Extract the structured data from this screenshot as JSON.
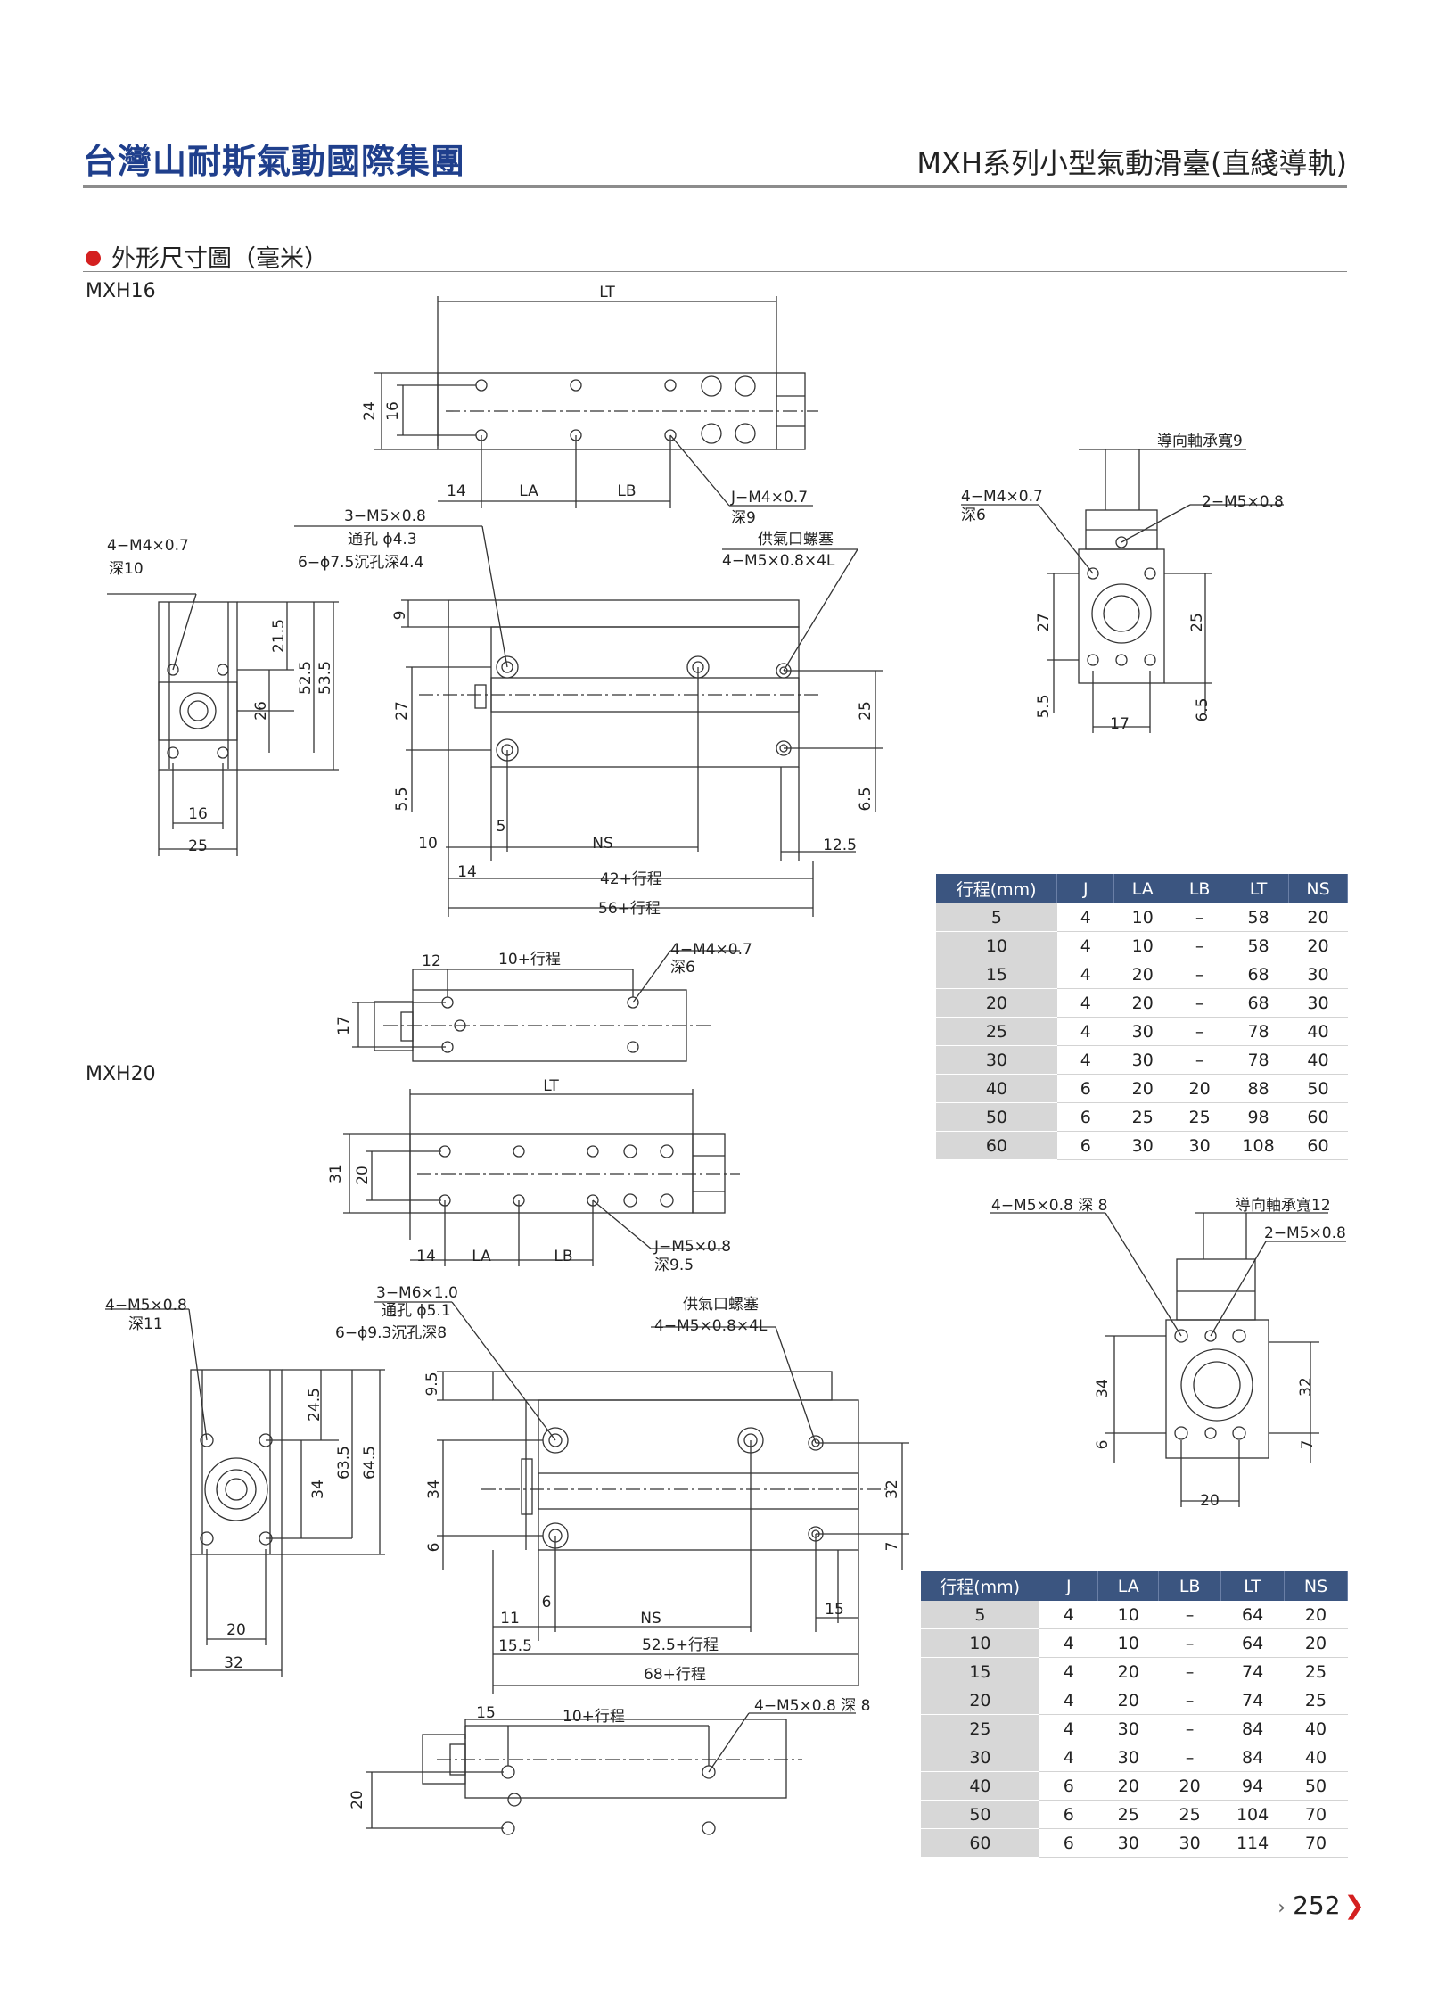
{
  "header": {
    "company": "台灣山耐斯氣動國際集團",
    "series_title": "MXH系列小型氣動滑臺(直綫導軌)"
  },
  "section": {
    "title": "外形尺寸圖（毫米）"
  },
  "models": [
    {
      "name": "MXH16",
      "labels": {
        "top_lt": "LT",
        "top_24": "24",
        "top_16": "16",
        "top_14": "14",
        "top_la": "LA",
        "top_lb": "LB",
        "top_j_a": "J−M4×0.7",
        "top_j_b": "深9",
        "side_port_a": "4−M4×0.7",
        "side_port_b": "深10",
        "left_21": "21.5",
        "left_52": "52.5",
        "left_53": "53.5",
        "left_26": "26",
        "left_16": "16",
        "left_25": "25",
        "note_1": "3−M5×0.8",
        "note_2": "通孔 ϕ4.3",
        "note_3": "6−ϕ7.5沉孔深4.4",
        "air_a": "供氣口螺塞",
        "air_b": "4−M5×0.8×4L",
        "front_9": "9",
        "front_27": "27",
        "front_55": "5.5",
        "front_25": "25",
        "front_65": "6.5",
        "front_10": "10",
        "front_5": "5",
        "front_ns": "NS",
        "front_125": "12.5",
        "front_14": "14",
        "front_42": "42+行程",
        "front_56": "56+行程",
        "end_guide": "導向軸承寬9",
        "end_4m4": "4−M4×0.7",
        "end_deep": "深6",
        "end_2m5": "2−M5×0.8",
        "end_27": "27",
        "end_25": "25",
        "end_55": "5.5",
        "end_65": "6.5",
        "end_17": "17",
        "bot_12": "12",
        "bot_10": "10+行程",
        "bot_note_a": "4−M4×0.7",
        "bot_note_b": "深6",
        "bot_17": "17"
      },
      "table": {
        "headers": [
          "行程(mm)",
          "J",
          "LA",
          "LB",
          "LT",
          "NS"
        ],
        "rows": [
          [
            "5",
            "4",
            "10",
            "–",
            "58",
            "20"
          ],
          [
            "10",
            "4",
            "10",
            "–",
            "58",
            "20"
          ],
          [
            "15",
            "4",
            "20",
            "–",
            "68",
            "30"
          ],
          [
            "20",
            "4",
            "20",
            "–",
            "68",
            "30"
          ],
          [
            "25",
            "4",
            "30",
            "–",
            "78",
            "40"
          ],
          [
            "30",
            "4",
            "30",
            "–",
            "78",
            "40"
          ],
          [
            "40",
            "6",
            "20",
            "20",
            "88",
            "50"
          ],
          [
            "50",
            "6",
            "25",
            "25",
            "98",
            "60"
          ],
          [
            "60",
            "6",
            "30",
            "30",
            "108",
            "60"
          ]
        ]
      }
    },
    {
      "name": "MXH20",
      "labels": {
        "top_lt": "LT",
        "top_31": "31",
        "top_20": "20",
        "top_14": "14",
        "top_la": "LA",
        "top_lb": "LB",
        "top_j_a": "J−M5×0.8",
        "top_j_b": "深9.5",
        "side_port_a": "4−M5×0.8",
        "side_port_b": "深11",
        "left_24": "24.5",
        "left_63": "63.5",
        "left_64": "64.5",
        "left_34": "34",
        "left_20": "20",
        "left_32": "32",
        "note_1": "3−M6×1.0",
        "note_2": "通孔 ϕ5.1",
        "note_3": "6−ϕ9.3沉孔深8",
        "air_a": "供氣口螺塞",
        "air_b": "4−M5×0.8×4L",
        "front_95": "9.5",
        "front_34": "34",
        "front_6": "6",
        "front_32": "32",
        "front_7": "7",
        "front_11": "11",
        "front_6b": "6",
        "front_ns": "NS",
        "front_15": "15",
        "front_155": "15.5",
        "front_52": "52.5+行程",
        "front_68": "68+行程",
        "end_guide": "導向軸承寬12",
        "end_4m5": "4−M5×0.8 深 8",
        "end_2m5": "2−M5×0.8",
        "end_34": "34",
        "end_6": "6",
        "end_32": "32",
        "end_7": "7",
        "end_20": "20",
        "bot_15": "15",
        "bot_10": "10+行程",
        "bot_note": "4−M5×0.8 深 8",
        "bot_20": "20"
      },
      "table": {
        "headers": [
          "行程(mm)",
          "J",
          "LA",
          "LB",
          "LT",
          "NS"
        ],
        "rows": [
          [
            "5",
            "4",
            "10",
            "–",
            "64",
            "20"
          ],
          [
            "10",
            "4",
            "10",
            "–",
            "64",
            "20"
          ],
          [
            "15",
            "4",
            "20",
            "–",
            "74",
            "25"
          ],
          [
            "20",
            "4",
            "20",
            "–",
            "74",
            "25"
          ],
          [
            "25",
            "4",
            "30",
            "–",
            "84",
            "40"
          ],
          [
            "30",
            "4",
            "30",
            "–",
            "84",
            "40"
          ],
          [
            "40",
            "6",
            "20",
            "20",
            "94",
            "50"
          ],
          [
            "50",
            "6",
            "25",
            "25",
            "104",
            "70"
          ],
          [
            "60",
            "6",
            "30",
            "30",
            "114",
            "70"
          ]
        ]
      }
    }
  ],
  "page_number": "252"
}
